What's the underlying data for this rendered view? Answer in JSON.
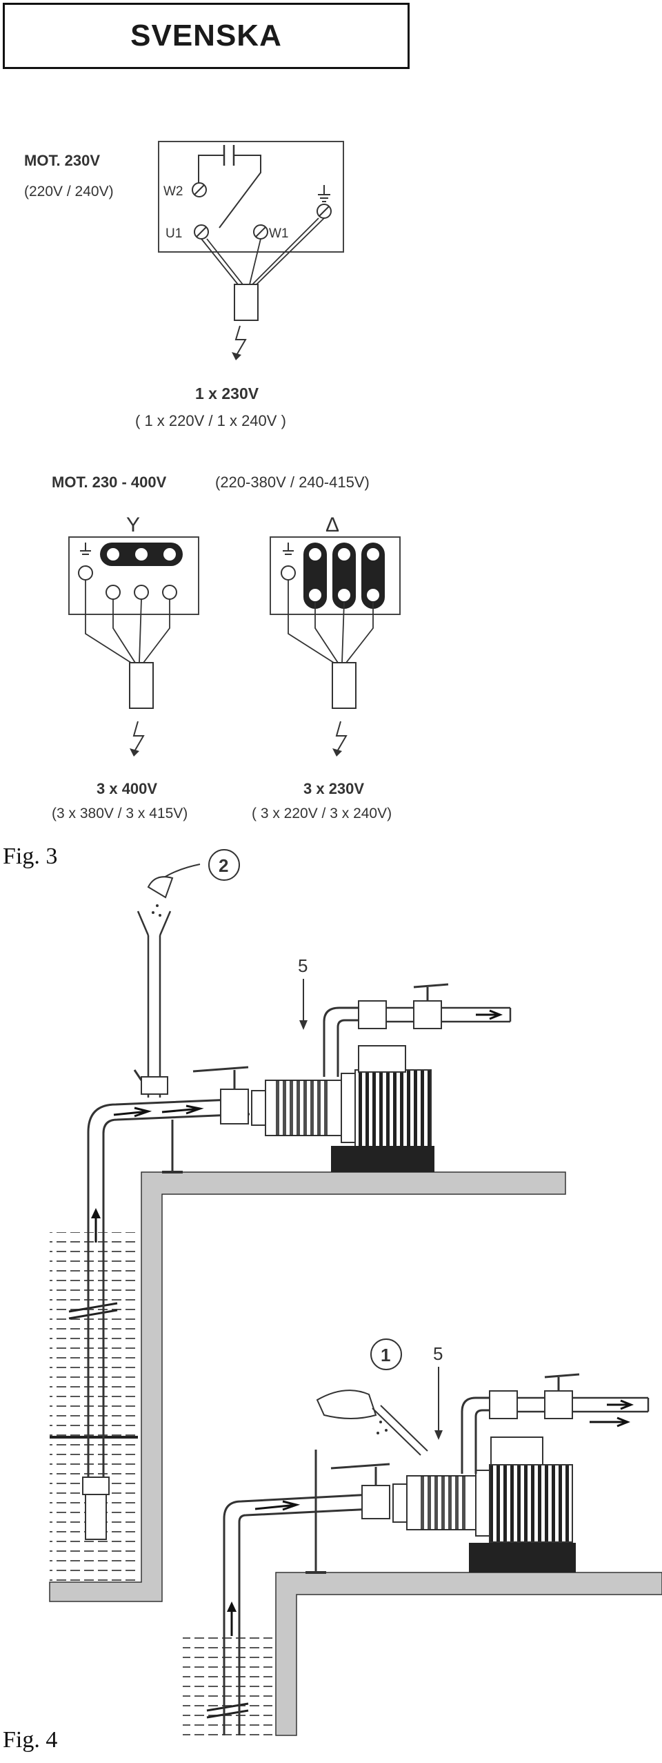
{
  "header": {
    "title": "SVENSKA"
  },
  "fig3": {
    "label": "Fig. 3",
    "single_phase": {
      "motor_label": "MOT. 230V",
      "motor_alt": "(220V / 240V)",
      "terminals": {
        "w2": "W2",
        "u1": "U1",
        "w1": "W1"
      },
      "supply": "1 x 230V",
      "supply_alt": "( 1 x 220V / 1 x 240V )"
    },
    "three_phase": {
      "motor_label": "MOT. 230 - 400V",
      "motor_alt": "(220-380V / 240-415V)",
      "star": {
        "symbol": "Y",
        "supply": "3 x 400V",
        "supply_alt": "(3 x 380V / 3 x 415V)"
      },
      "delta": {
        "symbol": "Δ",
        "supply": "3 x 230V",
        "supply_alt": "( 3 x 220V / 3 x 240V)"
      }
    }
  },
  "fig4": {
    "label": "Fig. 4",
    "top": {
      "callout_num": "2",
      "part_num": "5"
    },
    "bottom": {
      "callout_num": "1",
      "part_num": "5"
    }
  }
}
